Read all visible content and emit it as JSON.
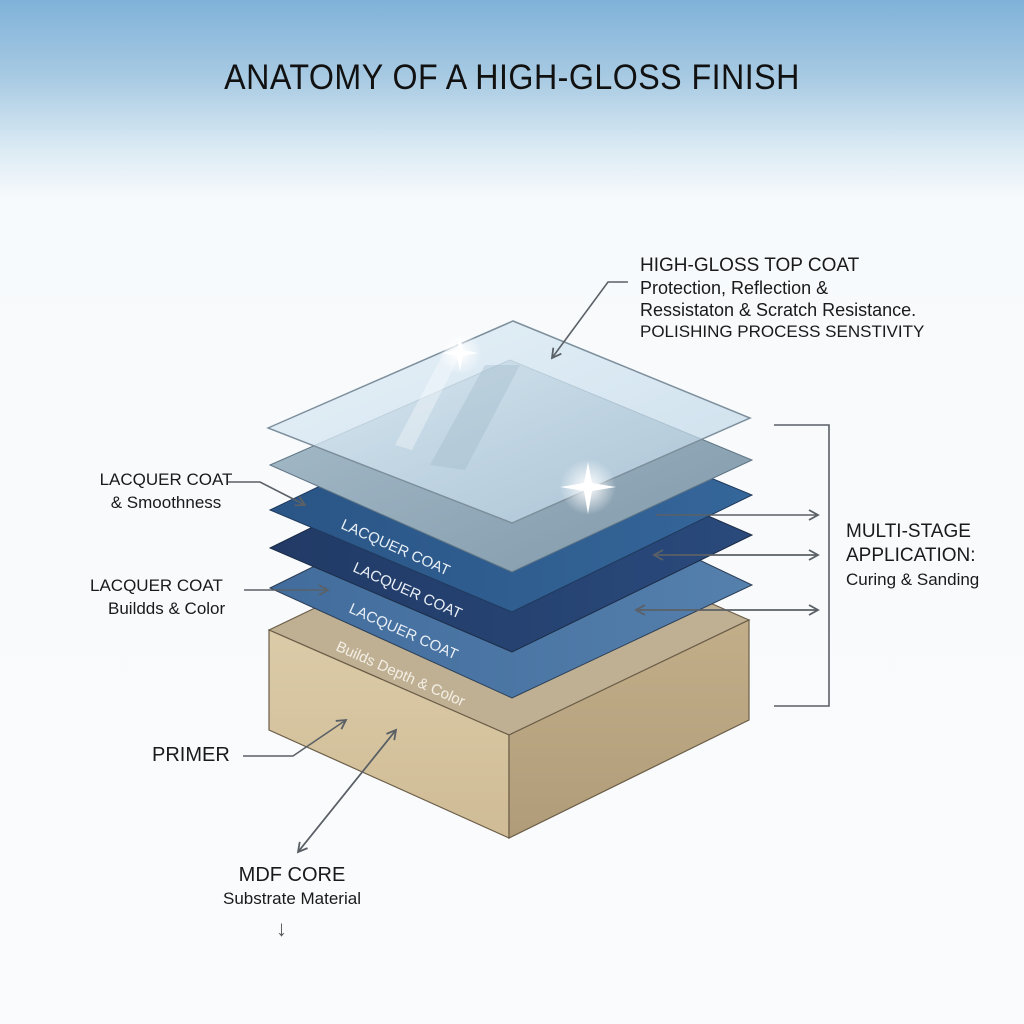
{
  "title": "ANATOMY OF A HIGH-GLOSS FINISH",
  "colors": {
    "header_gradient_top": "#7fb2d9",
    "top_coat": "#cfe3f0",
    "clear_coat": "#8fa7b6",
    "lacquer_1": "#2e5e8e",
    "lacquer_2": "#243f6b",
    "lacquer_3": "#4672a0",
    "primer_top": "#bfb094",
    "mdf_front": "#d8c7a3",
    "mdf_side": "#bda984",
    "leader_line": "#5a6066"
  },
  "labels": {
    "top_coat": {
      "heading": "HIGH-GLOSS TOP COAT",
      "line1": "Protection, Reflection &",
      "line2": "Ressistaton & Scratch Resistance.",
      "line3": "POLISHING PROCESS SENSTIVITY"
    },
    "lacquer_left_1": {
      "heading": "LACQUER COAT",
      "sub": "& Smoothness"
    },
    "lacquer_left_2": {
      "heading": "LACQUER COAT",
      "sub": "Buildds & Color"
    },
    "primer": {
      "heading": "PRIMER"
    },
    "mdf": {
      "heading": "MDF CORE",
      "sub": "Substrate Material",
      "arrow": "↓"
    },
    "multi_stage": {
      "line1": "MULTI-STAGE",
      "line2": "APPLICATION:",
      "sub": "Curing & Sanding"
    }
  },
  "layer_texts": {
    "lacquer_1": "LACQUER COAT",
    "lacquer_2": "LACQUER COAT",
    "lacquer_3": "LACQUER COAT",
    "primer": "Builds Depth & Color"
  }
}
